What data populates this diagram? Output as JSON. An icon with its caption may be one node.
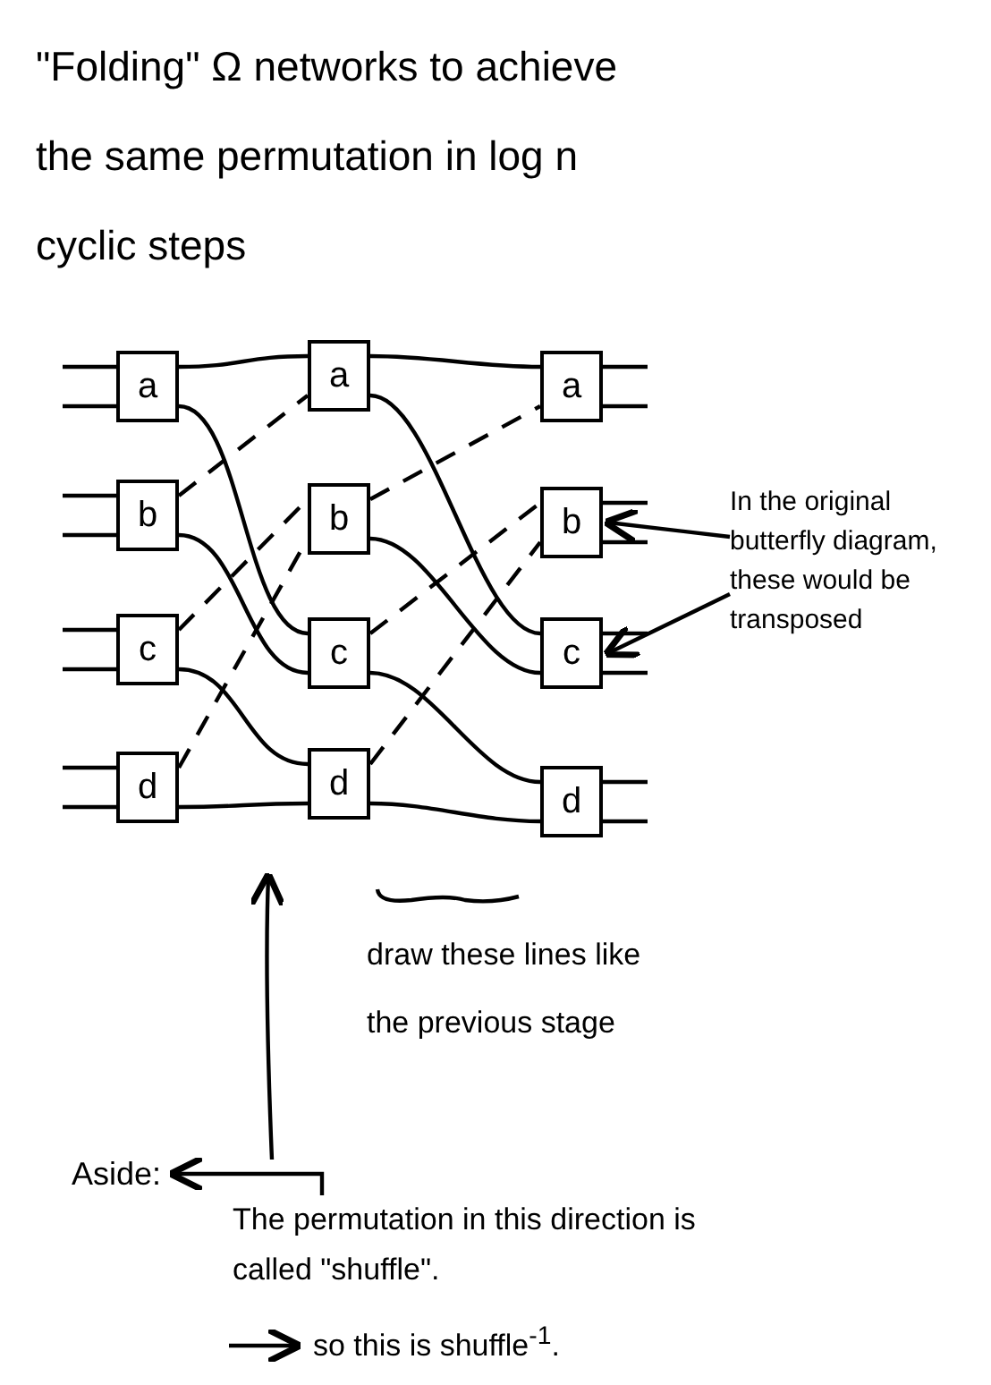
{
  "diagram": {
    "title": "\"Folding\" Ω networks to achieve the same permutation in log n cyclic steps",
    "nodes": [
      {
        "text": [
          "a"
        ]
      },
      {
        "text": [
          "b"
        ]
      },
      {
        "text": [
          "c"
        ]
      },
      {
        "text": [
          "d"
        ]
      },
      {
        "text": [
          "a"
        ]
      },
      {
        "text": [
          "b"
        ]
      },
      {
        "text": [
          "c"
        ]
      },
      {
        "text": [
          "d"
        ]
      },
      {
        "text": [
          "a"
        ]
      },
      {
        "text": [
          "b"
        ]
      },
      {
        "text": [
          "c"
        ]
      },
      {
        "text": [
          "d"
        ]
      },
      {
        "text": [
          "In the original butterfly diagram, these would be transposed"
        ]
      },
      {
        "text": [
          "Aside:"
        ]
      },
      {
        "text": [
          "The permutation in this direction is called \"shuffle\"."
        ]
      }
    ],
    "edges": [
      {
        "from": 0,
        "to": 4,
        "arrow": "none"
      },
      {
        "from": 0,
        "to": 6,
        "arrow": "none"
      },
      {
        "from": 1,
        "to": 4,
        "arrow": "none",
        "style": "dashed"
      },
      {
        "from": 1,
        "to": 6,
        "arrow": "none"
      },
      {
        "from": 2,
        "to": 5,
        "arrow": "none",
        "style": "dashed"
      },
      {
        "from": 2,
        "to": 7,
        "arrow": "none"
      },
      {
        "from": 3,
        "to": 5,
        "arrow": "none",
        "style": "dashed"
      },
      {
        "from": 3,
        "to": 7,
        "arrow": "none"
      },
      {
        "from": 4,
        "to": 8,
        "arrow": "none"
      },
      {
        "from": 4,
        "to": 10,
        "arrow": "none"
      },
      {
        "from": 5,
        "to": 8,
        "arrow": "none",
        "style": "dashed"
      },
      {
        "from": 5,
        "to": 10,
        "arrow": "none"
      },
      {
        "from": 6,
        "to": 9,
        "arrow": "none",
        "style": "dashed"
      },
      {
        "from": 6,
        "to": 11,
        "arrow": "none"
      },
      {
        "from": 7,
        "to": 9,
        "arrow": "none",
        "style": "dashed"
      },
      {
        "from": 7,
        "to": 11,
        "arrow": "none"
      },
      {
        "from": null,
        "to": 0,
        "arrow": "none"
      },
      {
        "from": null,
        "to": 0,
        "arrow": "none"
      },
      {
        "from": null,
        "to": 1,
        "arrow": "none"
      },
      {
        "from": null,
        "to": 1,
        "arrow": "none"
      },
      {
        "from": null,
        "to": 2,
        "arrow": "none"
      },
      {
        "from": null,
        "to": 2,
        "arrow": "none"
      },
      {
        "from": null,
        "to": 3,
        "arrow": "none"
      },
      {
        "from": null,
        "to": 3,
        "arrow": "none"
      },
      {
        "from": 8,
        "to": null,
        "arrow": "none"
      },
      {
        "from": 8,
        "to": null,
        "arrow": "none"
      },
      {
        "from": 9,
        "to": null,
        "arrow": "none"
      },
      {
        "from": 9,
        "to": null,
        "arrow": "none"
      },
      {
        "from": 10,
        "to": null,
        "arrow": "none"
      },
      {
        "from": 10,
        "to": null,
        "arrow": "none"
      },
      {
        "from": 11,
        "to": null,
        "arrow": "none"
      },
      {
        "from": 11,
        "to": null,
        "arrow": "none"
      },
      {
        "from": 12,
        "to": 9,
        "arrow": "to"
      },
      {
        "from": 12,
        "to": 10,
        "arrow": "to"
      },
      {
        "from": 14,
        "to": 13,
        "arrow": "to"
      }
    ],
    "labels": [
      "draw these lines like the previous stage",
      "so this is shuffle$^{-1}$."
    ]
  }
}
